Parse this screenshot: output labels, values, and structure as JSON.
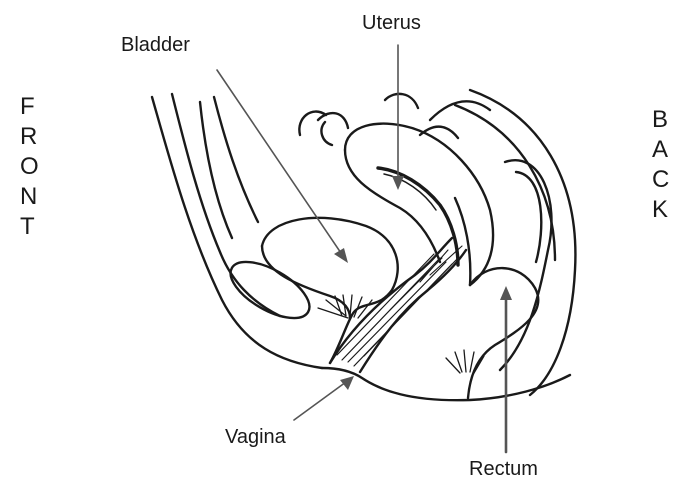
{
  "labels": {
    "bladder": "Bladder",
    "uterus": "Uterus",
    "vagina": "Vagina",
    "rectum": "Rectum"
  },
  "side_labels": {
    "front_letters": [
      "F",
      "R",
      "O",
      "N",
      "T"
    ],
    "back_letters": [
      "B",
      "A",
      "C",
      "K"
    ]
  },
  "colors": {
    "ink": "#1a1a1a",
    "pointer": "#555555",
    "background": "#ffffff"
  }
}
